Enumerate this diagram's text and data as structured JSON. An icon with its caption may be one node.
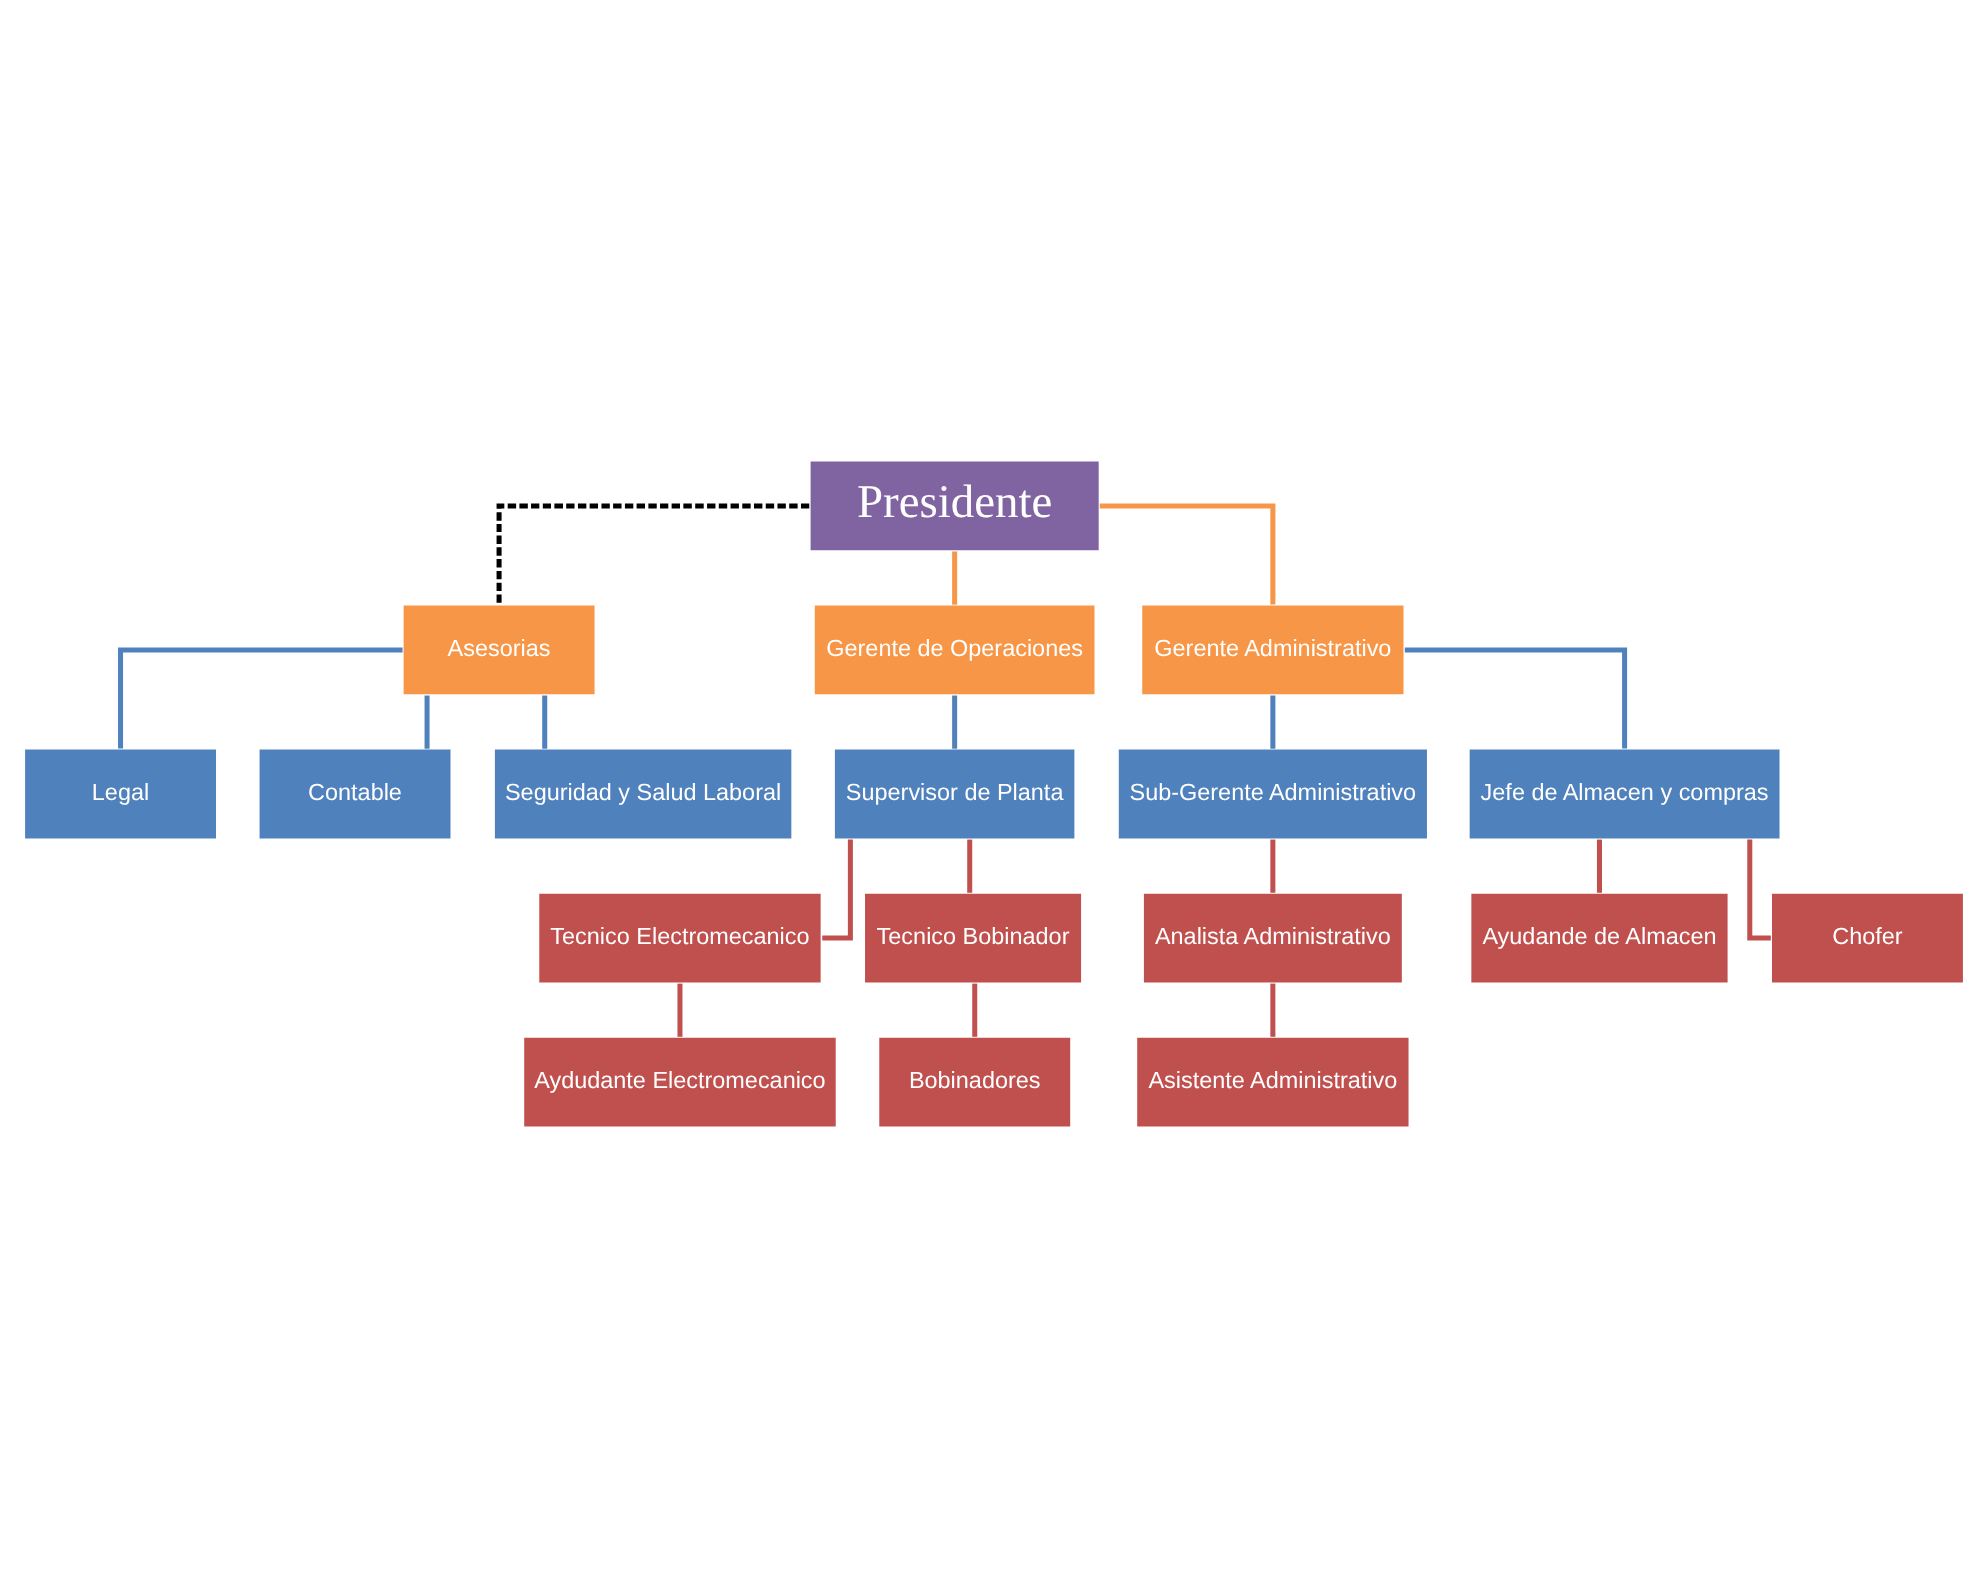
{
  "diagram": {
    "nodes": [
      {
        "text": [
          "Presidente"
        ]
      },
      {
        "text": [
          "Asesorias"
        ]
      },
      {
        "text": [
          "Legal"
        ]
      },
      {
        "text": [
          "Contable"
        ]
      },
      {
        "text": [
          "Seguridad y Salud Laboral"
        ]
      },
      {
        "text": [
          "Gerente de Operaciones"
        ]
      },
      {
        "text": [
          "Gerente Administrativo"
        ]
      },
      {
        "text": [
          "Supervisor de Planta"
        ]
      },
      {
        "text": [
          "Sub-Gerente Administrativo"
        ]
      },
      {
        "text": [
          "Jefe de Almacen y compras"
        ]
      },
      {
        "text": [
          "Tecnico Electromecanico"
        ]
      },
      {
        "text": [
          "Tecnico Bobinador"
        ]
      },
      {
        "text": [
          "Analista Administrativo"
        ]
      },
      {
        "text": [
          "Ayudande de Almacen"
        ]
      },
      {
        "text": [
          "Chofer"
        ]
      },
      {
        "text": [
          "Aydudante Electromecanico"
        ]
      },
      {
        "text": [
          "Bobinadores"
        ]
      },
      {
        "text": [
          "Asistente Administrativo"
        ]
      }
    ],
    "edges": [
      {
        "from": 0,
        "to": 1,
        "arrow": "none",
        "style": "dashed",
        "color": "#000000"
      },
      {
        "from": 1,
        "to": 2,
        "arrow": "none",
        "color": "#4f81bd"
      },
      {
        "from": 1,
        "to": 3,
        "arrow": "none",
        "color": "#4f81bd"
      },
      {
        "from": 1,
        "to": 4,
        "arrow": "none",
        "color": "#4f81bd"
      },
      {
        "from": 0,
        "to": 5,
        "arrow": "none",
        "color": "#f79646"
      },
      {
        "from": 0,
        "to": 6,
        "arrow": "none",
        "color": "#f79646"
      },
      {
        "from": 5,
        "to": 7,
        "arrow": "none",
        "color": "#4f81bd"
      },
      {
        "from": 6,
        "to": 8,
        "arrow": "none",
        "color": "#4f81bd"
      },
      {
        "from": 6,
        "to": 9,
        "arrow": "none",
        "color": "#4f81bd"
      },
      {
        "from": 7,
        "to": 10,
        "arrow": "none",
        "color": "#c0504d"
      },
      {
        "from": 7,
        "to": 11,
        "arrow": "none",
        "color": "#c0504d"
      },
      {
        "from": 8,
        "to": 12,
        "arrow": "none",
        "color": "#c0504d"
      },
      {
        "from": 9,
        "to": 13,
        "arrow": "none",
        "color": "#c0504d"
      },
      {
        "from": 9,
        "to": 14,
        "arrow": "none",
        "color": "#c0504d"
      },
      {
        "from": 10,
        "to": 15,
        "arrow": "none",
        "color": "#c0504d"
      },
      {
        "from": 11,
        "to": 16,
        "arrow": "none",
        "color": "#c0504d"
      },
      {
        "from": 12,
        "to": 17,
        "arrow": "none",
        "color": "#c0504d"
      }
    ]
  }
}
